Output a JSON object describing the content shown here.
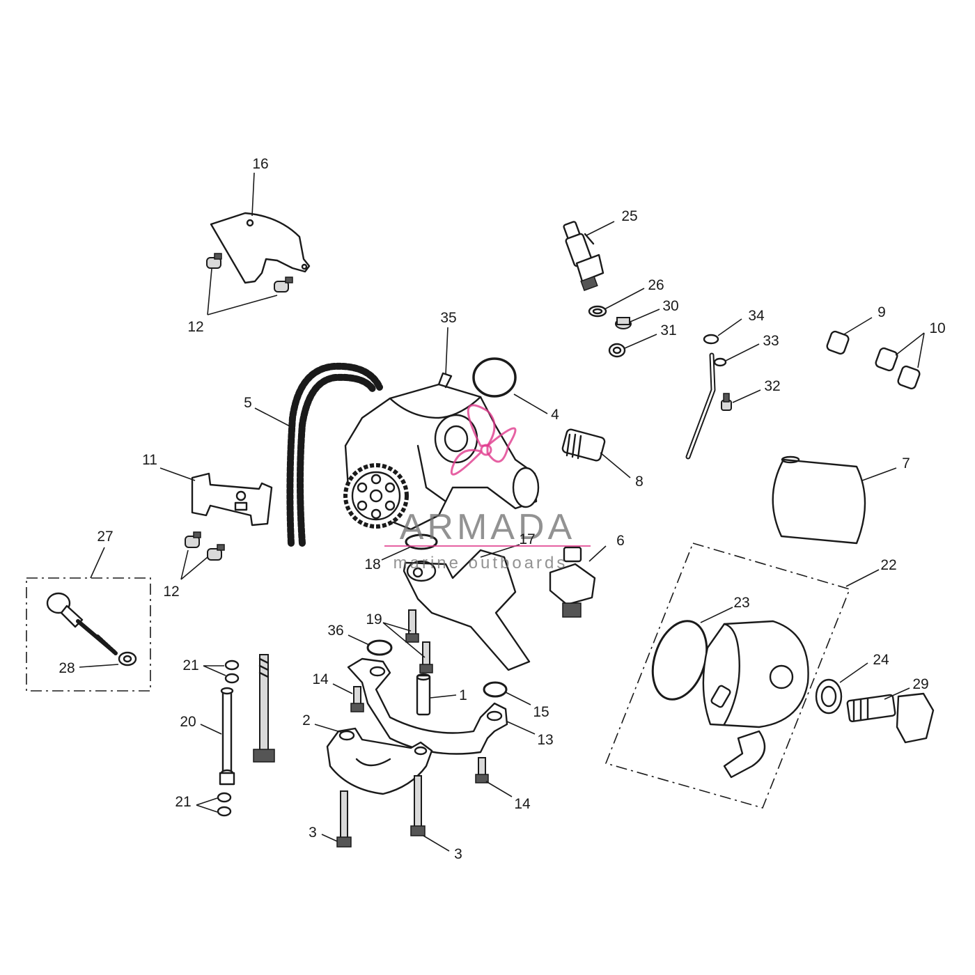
{
  "watermark": {
    "brand": "ARMADA",
    "tagline": "marine outboards",
    "logo_icon": "propeller-logo-icon",
    "logo_color": "#e03a8c"
  },
  "callouts": [
    {
      "id": "c16",
      "text": "16"
    },
    {
      "id": "c12a",
      "text": "12"
    },
    {
      "id": "c25",
      "text": "25"
    },
    {
      "id": "c26",
      "text": "26"
    },
    {
      "id": "c30",
      "text": "30"
    },
    {
      "id": "c31",
      "text": "31"
    },
    {
      "id": "c34",
      "text": "34"
    },
    {
      "id": "c33",
      "text": "33"
    },
    {
      "id": "c32",
      "text": "32"
    },
    {
      "id": "c9",
      "text": "9"
    },
    {
      "id": "c10",
      "text": "10"
    },
    {
      "id": "c35",
      "text": "35"
    },
    {
      "id": "c4",
      "text": "4"
    },
    {
      "id": "c5",
      "text": "5"
    },
    {
      "id": "c8",
      "text": "8"
    },
    {
      "id": "c11",
      "text": "11"
    },
    {
      "id": "c7",
      "text": "7"
    },
    {
      "id": "c27",
      "text": "27"
    },
    {
      "id": "c17",
      "text": "17"
    },
    {
      "id": "c18",
      "text": "18"
    },
    {
      "id": "c6",
      "text": "6"
    },
    {
      "id": "c12b",
      "text": "12"
    },
    {
      "id": "c22",
      "text": "22"
    },
    {
      "id": "c23",
      "text": "23"
    },
    {
      "id": "c19",
      "text": "19"
    },
    {
      "id": "c36",
      "text": "36"
    },
    {
      "id": "c28",
      "text": "28"
    },
    {
      "id": "c21a",
      "text": "21"
    },
    {
      "id": "c14a",
      "text": "14"
    },
    {
      "id": "c1",
      "text": "1"
    },
    {
      "id": "c15",
      "text": "15"
    },
    {
      "id": "c24",
      "text": "24"
    },
    {
      "id": "c29",
      "text": "29"
    },
    {
      "id": "c20",
      "text": "20"
    },
    {
      "id": "c2",
      "text": "2"
    },
    {
      "id": "c13",
      "text": "13"
    },
    {
      "id": "c14b",
      "text": "14"
    },
    {
      "id": "c21b",
      "text": "21"
    },
    {
      "id": "c3a",
      "text": "3"
    },
    {
      "id": "c3b",
      "text": "3"
    }
  ]
}
